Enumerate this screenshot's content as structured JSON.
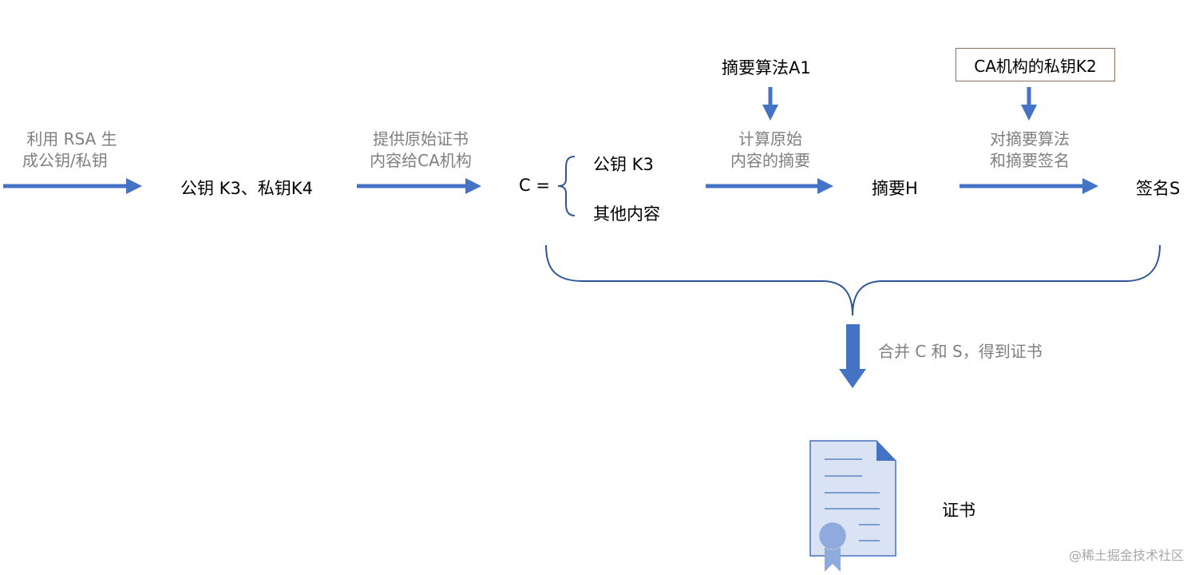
{
  "steps": {
    "gen_keys": [
      "利用 RSA 生",
      "成公钥/私钥"
    ],
    "keys": "公钥 K3、私钥K4",
    "submit": [
      "提供原始证书",
      "内容给CA机构"
    ],
    "c_equals": "C =",
    "c_public_key": "公钥 K3",
    "c_other": "其他内容",
    "algorithm": "摘要算法A1",
    "compute": [
      "计算原始",
      "内容的摘要"
    ],
    "digest": "摘要H",
    "ca_private_key": "CA机构的私钥K2",
    "sign": [
      "对摘要算法",
      "和摘要签名"
    ],
    "signature": "签名S",
    "merge": "合并 C 和 S，得到证书",
    "certificate": "证书"
  },
  "colors": {
    "arrow": "#4472c4",
    "brace": "#2f5597",
    "doc_fill": "#dae3f3",
    "doc_stroke": "#4472c4",
    "seal": "#8faadc"
  },
  "icons": [
    "certificate-document-icon"
  ],
  "watermark": "@稀土掘金技术社区"
}
